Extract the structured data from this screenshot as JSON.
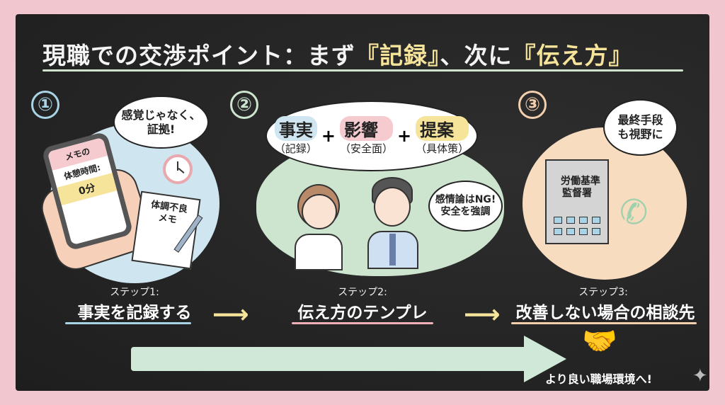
{
  "title": {
    "prefix": "現職での交渉ポイント：まず",
    "q1": "『記録』",
    "mid": "、次に",
    "q2": "『伝え方』"
  },
  "steps": [
    {
      "number": "①",
      "label": "ステップ1:",
      "main": "事実を記録する",
      "bubble": "感覚じゃなく、\n証拠!",
      "phone": {
        "line1": "メモの",
        "line2": "体憩時間:",
        "line3": "0分"
      },
      "notebook": "体調不良\nメモ"
    },
    {
      "number": "②",
      "label": "ステップ2:",
      "main": "伝え方のテンプレ",
      "formula": [
        {
          "word": "事実",
          "sub": "（記録）"
        },
        {
          "word": "影響",
          "sub": "（安全面）"
        },
        {
          "word": "提案",
          "sub": "（具体策）"
        }
      ],
      "plus": "+",
      "bubble": "感情論はNG!\n安全を強調"
    },
    {
      "number": "③",
      "label": "ステップ3:",
      "main": "改善しない場合の相談先",
      "bubble": "最終手段\nも視野に",
      "building": "労働基準\n監督署"
    }
  ],
  "goal": "より良い職場環境へ!",
  "colors": {
    "blue": "#cfe6f0",
    "green": "#cde4cf",
    "peach": "#f7dcc0",
    "yellow": "#f6e49a",
    "pink": "#f2c6cf"
  }
}
